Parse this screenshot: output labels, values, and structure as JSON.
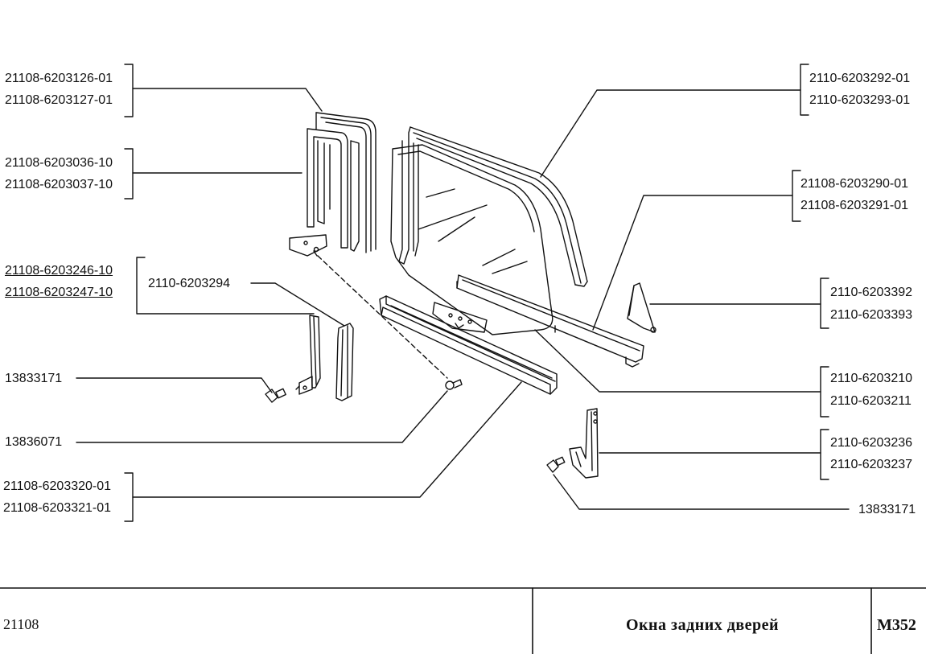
{
  "labels": {
    "l1": "21108-6203126-01",
    "l2": "21108-6203127-01",
    "l3": "21108-6203036-10",
    "l4": "21108-6203037-10",
    "l5": "21108-6203246-10",
    "l6": "21108-6203247-10",
    "l7": "2110-6203294",
    "l8": "13833171",
    "l9": "13836071",
    "l10": "21108-6203320-01",
    "l11": "21108-6203321-01",
    "r1": "2110-6203292-01",
    "r2": "2110-6203293-01",
    "r3": "21108-6203290-01",
    "r4": "21108-6203291-01",
    "r5": "2110-6203392",
    "r6": "2110-6203393",
    "r7": "2110-6203210",
    "r8": "2110-6203211",
    "r9": "2110-6203236",
    "r10": "2110-6203237",
    "r11": "13833171"
  },
  "footer": {
    "model": "21108",
    "title": "Окна задних дверей",
    "code": "М352"
  }
}
